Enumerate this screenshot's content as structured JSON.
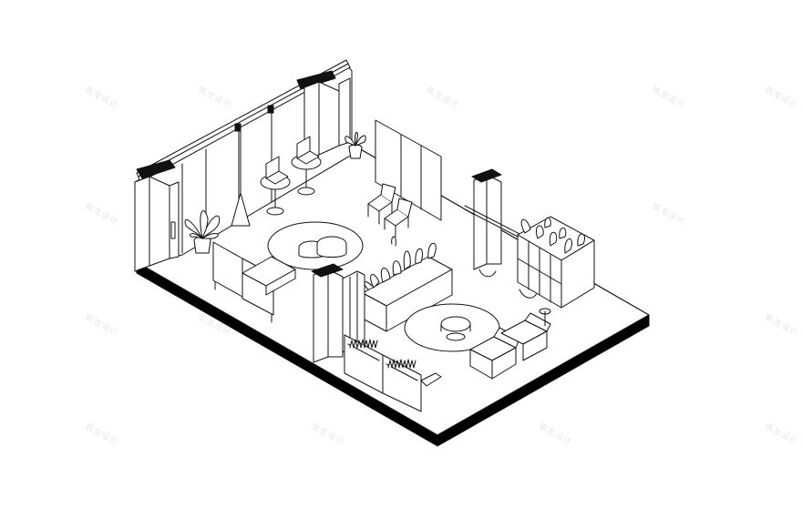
{
  "image": {
    "subject": "axonometric-office-lounge",
    "colors": {
      "background": "#ffffff",
      "line": "#111111",
      "fill": "#ffffff",
      "floor_edge": "#000000"
    }
  },
  "watermarks": [
    "筑龙设计",
    "筑龙设计",
    "筑龙设计",
    "筑龙设计",
    "筑龙设计",
    "筑龙设计",
    "筑龙设计",
    "筑龙设计",
    "筑龙设计",
    "筑龙设计",
    "筑龙设计",
    "筑龙设计",
    "筑龙设计",
    "筑龙设计"
  ]
}
